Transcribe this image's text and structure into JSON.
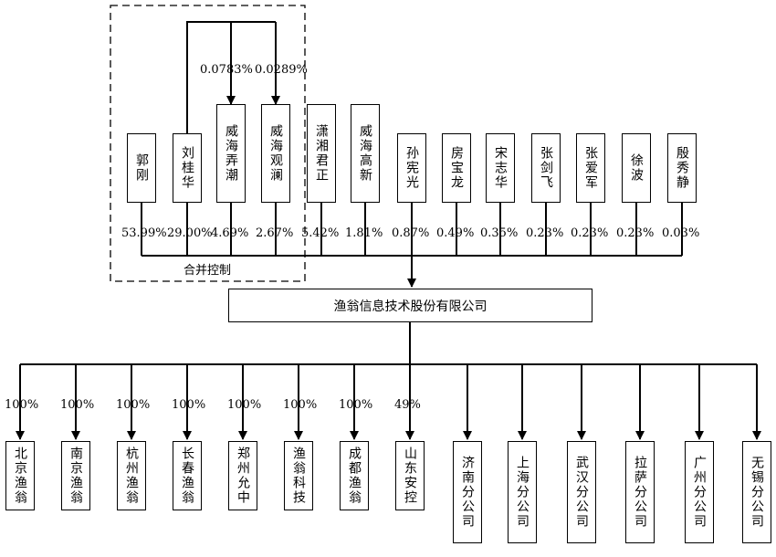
{
  "group_label": "合并控制",
  "transfer_labels": [
    "0.0783%",
    "0.0289%"
  ],
  "shareholders": [
    {
      "name": "郭刚",
      "pct": "53.99%"
    },
    {
      "name": "刘桂华",
      "pct": "29.00%"
    },
    {
      "name": "威海弄潮",
      "pct": "4.69%"
    },
    {
      "name": "威海观澜",
      "pct": "2.67%"
    },
    {
      "name": "潇湘君正",
      "pct": "5.42%"
    },
    {
      "name": "威海高新",
      "pct": "1.81%"
    },
    {
      "name": "孙宪光",
      "pct": "0.87%"
    },
    {
      "name": "房宝龙",
      "pct": "0.49%"
    },
    {
      "name": "宋志华",
      "pct": "0.35%"
    },
    {
      "name": "张剑飞",
      "pct": "0.23%"
    },
    {
      "name": "张爱军",
      "pct": "0.23%"
    },
    {
      "name": "徐波",
      "pct": "0.23%"
    },
    {
      "name": "殷秀静",
      "pct": "0.03%"
    }
  ],
  "company": "渔翁信息技术股份有限公司",
  "subsidiaries": [
    {
      "name": "北京渔翁",
      "pct": "100%"
    },
    {
      "name": "南京渔翁",
      "pct": "100%"
    },
    {
      "name": "杭州渔翁",
      "pct": "100%"
    },
    {
      "name": "长春渔翁",
      "pct": "100%"
    },
    {
      "name": "郑州允中",
      "pct": "100%"
    },
    {
      "name": "渔翁科技",
      "pct": "100%"
    },
    {
      "name": "成都渔翁",
      "pct": "100%"
    },
    {
      "name": "山东安控",
      "pct": "49%"
    }
  ],
  "branches": [
    {
      "name": "济南分公司"
    },
    {
      "name": "上海分公司"
    },
    {
      "name": "武汉分公司"
    },
    {
      "name": "拉萨分公司"
    },
    {
      "name": "广州分公司"
    },
    {
      "name": "无锡分公司"
    }
  ]
}
